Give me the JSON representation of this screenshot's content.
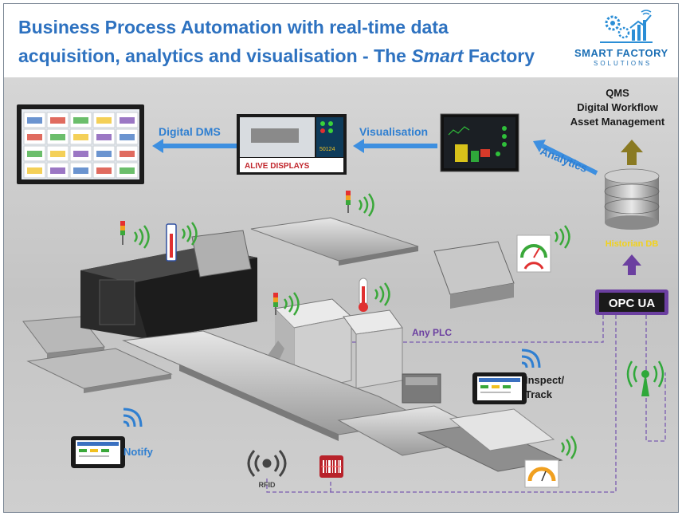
{
  "header": {
    "title_line1": "Business Process Automation with real-time data",
    "title_line2_pre": "acquisition, analytics and visualisation - The ",
    "title_line2_em": "Smart",
    "title_line2_post": " Factory",
    "logo_name": "SMART FACTORY",
    "logo_sub": "SOLUTIONS"
  },
  "labels": {
    "digital_dms": "Digital DMS",
    "visualisation": "Visualisation",
    "analytics": "Analytics",
    "qms": "QMS",
    "digital_workflow": "Digital Workflow",
    "asset_management": "Asset Management",
    "historian_db": "Historian DB",
    "opc_ua": "OPC UA",
    "any_plc": "Any PLC",
    "inspect": "Inspect/",
    "track": "Track",
    "notify": "Notify",
    "rfid": "RFID"
  },
  "alive_display": {
    "brand": "ALIVE DISPLAYS",
    "value": "50124"
  },
  "colors": {
    "title_blue": "#2e72c0",
    "label_blue": "#2f7fd1",
    "plc_purple": "#6b3fa0",
    "wifi_green": "#3aa83a",
    "arrow_olive": "#8a7a22",
    "historian_yellow": "#f2d21b"
  }
}
